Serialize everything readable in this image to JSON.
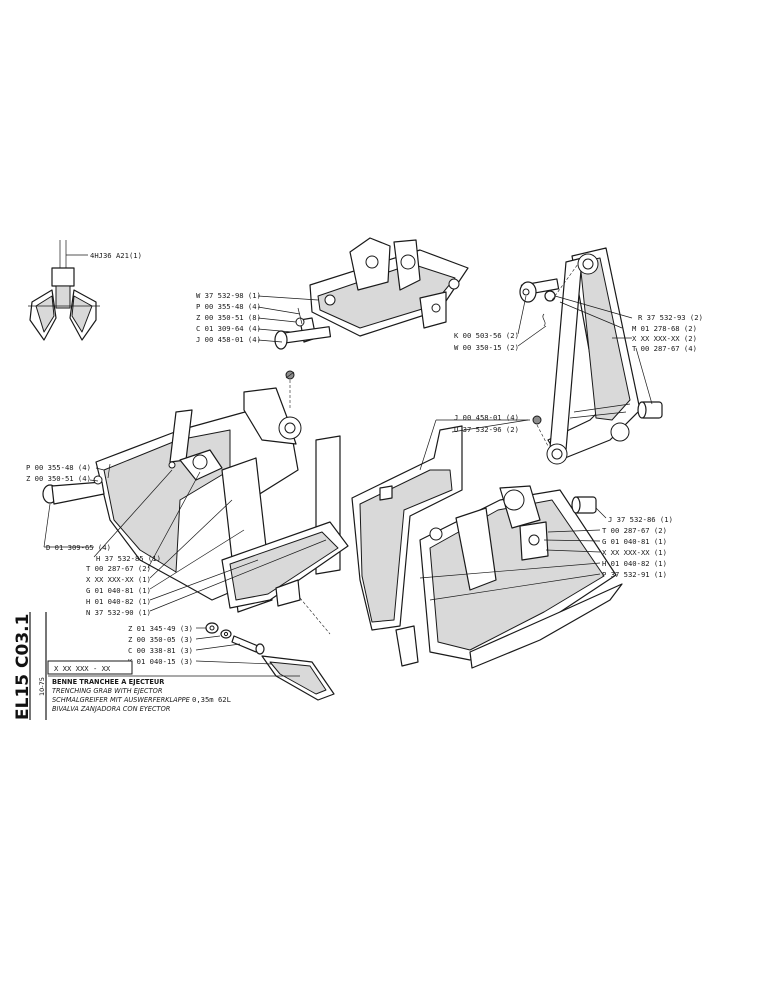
{
  "drawing_code": "EL15 C03.1",
  "date": "10-75",
  "title_block": {
    "ref": "X  XX  XXX - XX",
    "title_fr": "BENNE TRANCHEE A EJECTEUR",
    "title_en": "TRENCHING GRAB WITH EJECTOR",
    "title_de": "SCHMALGREIFER MIT AUSWERFERKLAPPE",
    "title_es": "BIVALVA ZANJADORA CON EYECTOR",
    "capacity": "0,35m  62L"
  },
  "labels": {
    "hj36": "4HJ36 A21(1)",
    "w37532_98": "W 37 532-98 (1)",
    "p00355_48_4": "P 00 355-48 (4)",
    "z00350_51_8": "Z 00 350-51 (8)",
    "c01309_64": "C 01 309-64 (4)",
    "j00458_01_a": "J 00 458-01 (4)",
    "r37532_93": "R 37 532-93 (2)",
    "m01278_68": "M 01 278-68 (2)",
    "x_right_2": "X XX XXX-XX (2)",
    "t00287_67_4": "T 00 287-67 (4)",
    "k00503_56": "K 00 503-56 (2)",
    "w00350_15": "W 00 350-15 (2)",
    "p00355_48_left": "P 00 355-48 (4)",
    "z00350_51_left": "Z 00 350-51 (4)",
    "j00458_01_b": "J 00 458-01 (4)",
    "u37532_96": "U 37 532-96 (2)",
    "d01309_65": "D 01 309-65 (4)",
    "h37532_85": "H 37 532-85 (1)",
    "t00287_67_left": "T 00 287-67 (2)",
    "x_left_1": "X XX XXX-XX (1)",
    "g01040_81_left": "G 01 040-81 (1)",
    "h01040_82_left": "H 01 040-82 (1)",
    "n37532_90": "N 37 532-90 (1)",
    "j37532_86": "J 37 532-86 (1)",
    "t00287_67_right": "T 00 287-67 (2)",
    "g01040_81_right": "G 01 040-81 (1)",
    "x_right_1": "X XX XXX-XX (1)",
    "h01040_82_right": "H 01 040-82 (1)",
    "p37532_91": "P 37 532-91 (1)",
    "z01345_49": "Z 01 345-49 (3)",
    "z00350_05": "Z 00 350-05 (3)",
    "c00338_81": "C 00 338-81 (3)",
    "k01040_15": "K 01 040-15 (3)"
  }
}
